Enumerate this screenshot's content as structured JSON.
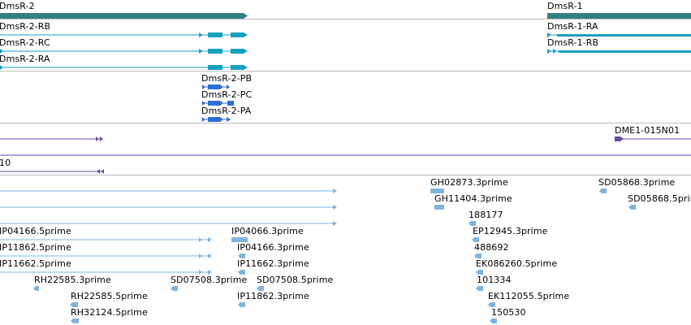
{
  "colors": {
    "gene_bar": "#338080",
    "transcript": "#17a0c0",
    "cds_blue": "#2d6fd0",
    "purple": "#6a4aa0",
    "est": "#7fb4dc",
    "separator": "#bdbdbd"
  },
  "genes": {
    "dmsr2": "DmsR-2",
    "dmsr1": "DmsR-1"
  },
  "transcripts": {
    "dmsr2_rb": "DmsR-2-RB",
    "dmsr2_rc": "DmsR-2-RC",
    "dmsr2_ra": "DmsR-2-RA",
    "dmsr1_ra": "DmsR-1-RA",
    "dmsr1_rb": "DmsR-1-RB"
  },
  "proteins": {
    "pb": "DmsR-2-PB",
    "pc": "DmsR-2-PC",
    "pa": "DmsR-2-PA"
  },
  "other_track": {
    "dme1": "DME1-015N01",
    "ten": "10"
  },
  "est_labels": {
    "gh02873": "GH02873.3prime",
    "sd05868_3": "SD05868.3prime",
    "gh11404": "GH11404.3prime",
    "sd05868_5": "SD05868.5prime",
    "n188177": "188177",
    "ip04166_5": "IP04166.5prime",
    "ip04066_3": "IP04066.3prime",
    "ep12945": "EP12945.3prime",
    "ip11862_5": "IP11862.5prime",
    "ip04166_3": "IP04166.3prime",
    "n488692": "488692",
    "ip11662_5": "IP11662.5prime",
    "ip11662_3": "IP11662.3prime",
    "ek086260": "EK086260.5prime",
    "rh22585_3": "RH22585.3prime",
    "sd07508_3": "SD07508.3prime",
    "sd07508_5": "SD07508.5prime",
    "n101334": "101334",
    "rh22585_5": "RH22585.5prime",
    "ip11862_3": "IP11862.3prime",
    "ek112055": "EK112055.5prime",
    "rh32124": "RH32124.5prime",
    "n150530": "150530"
  }
}
